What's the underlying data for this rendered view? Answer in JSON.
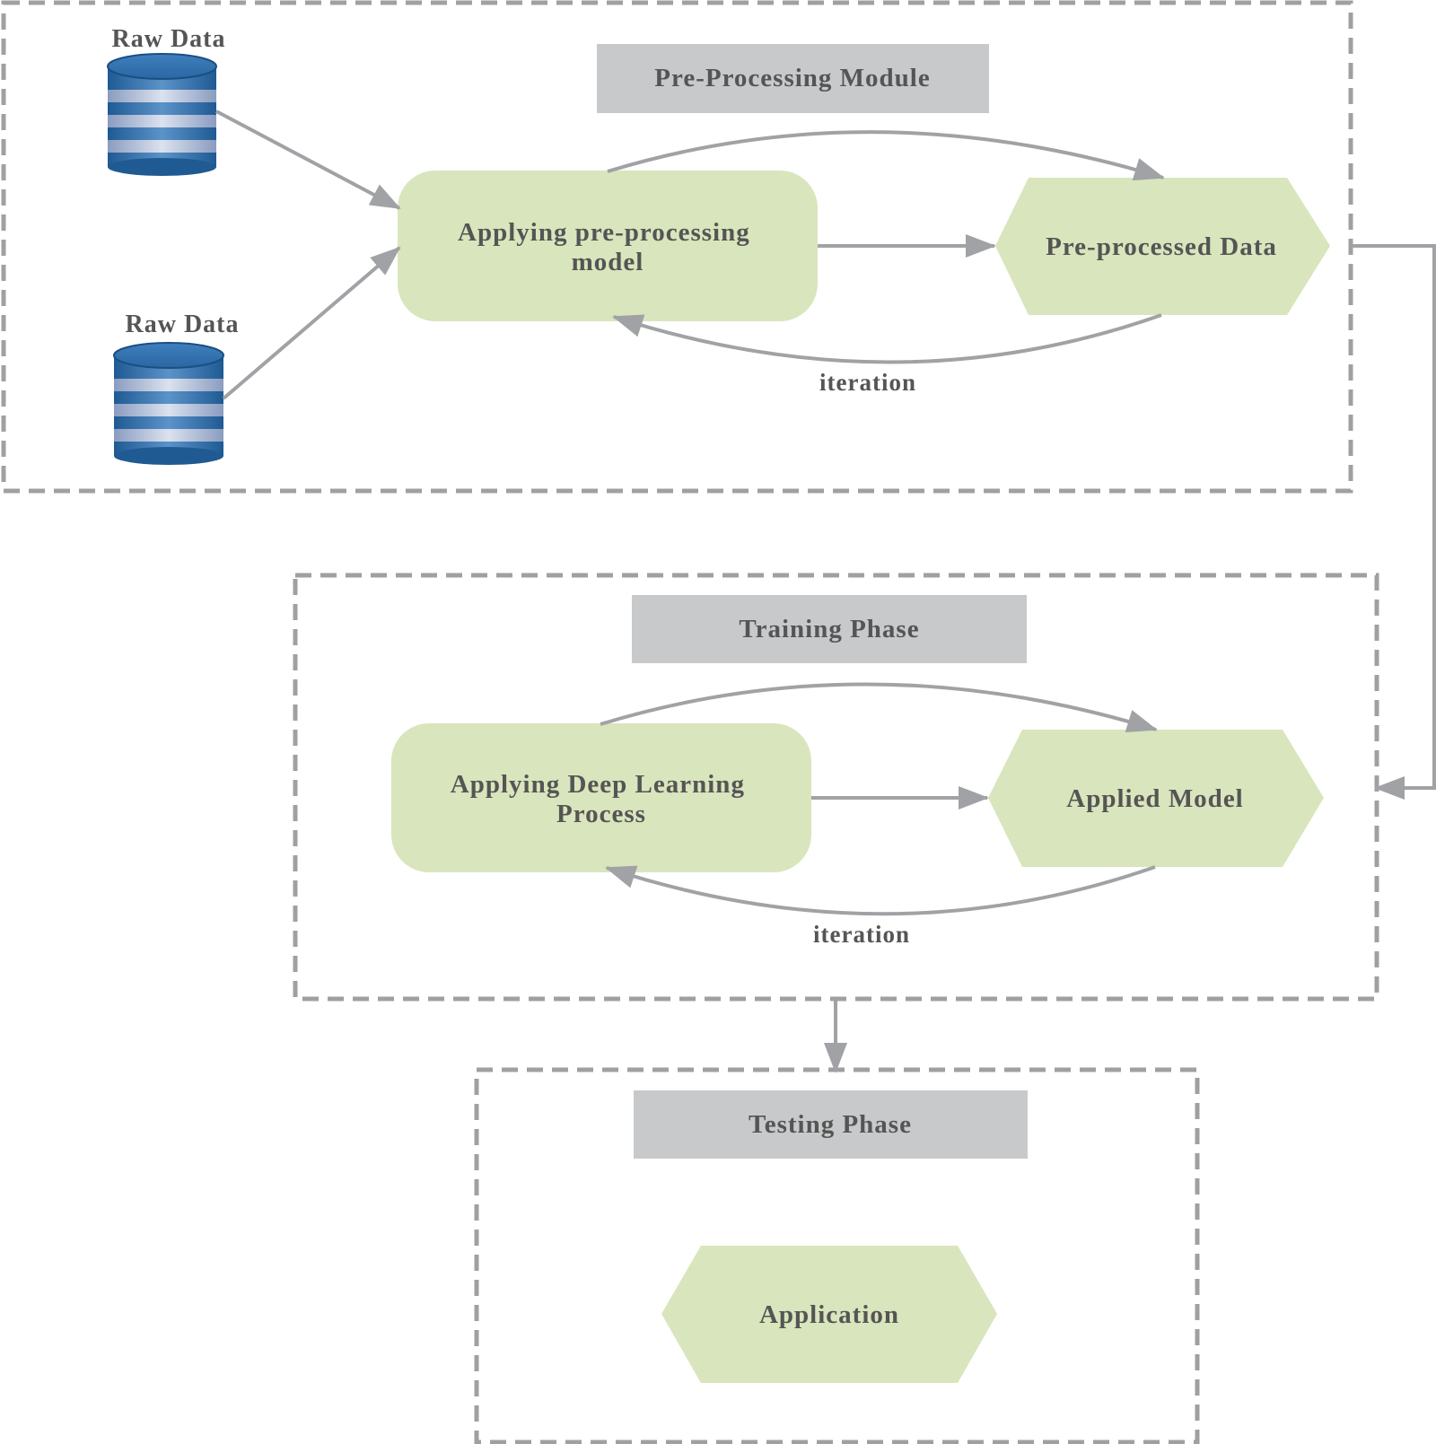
{
  "colors": {
    "node_fill": "#d9e5bc",
    "header_fill": "#c8c9cb",
    "border_dash": "#a0a0a0",
    "arrow": "#a0a2a5",
    "text": "#555555",
    "db_blue_dark": "#1f5a93",
    "db_blue_light": "#c5cfe3"
  },
  "preprocessing": {
    "header": "Pre-Processing Module",
    "raw_data_top": "Raw Data",
    "raw_data_bottom": "Raw Data",
    "process_line1": "Applying pre-processing",
    "process_line2": "model",
    "output": "Pre-processed Data",
    "iteration": "iteration"
  },
  "training": {
    "header": "Training Phase",
    "process_line1": "Applying Deep Learning",
    "process_line2": "Process",
    "output": "Applied Model",
    "iteration": "iteration"
  },
  "testing": {
    "header": "Testing Phase",
    "output": "Application"
  }
}
